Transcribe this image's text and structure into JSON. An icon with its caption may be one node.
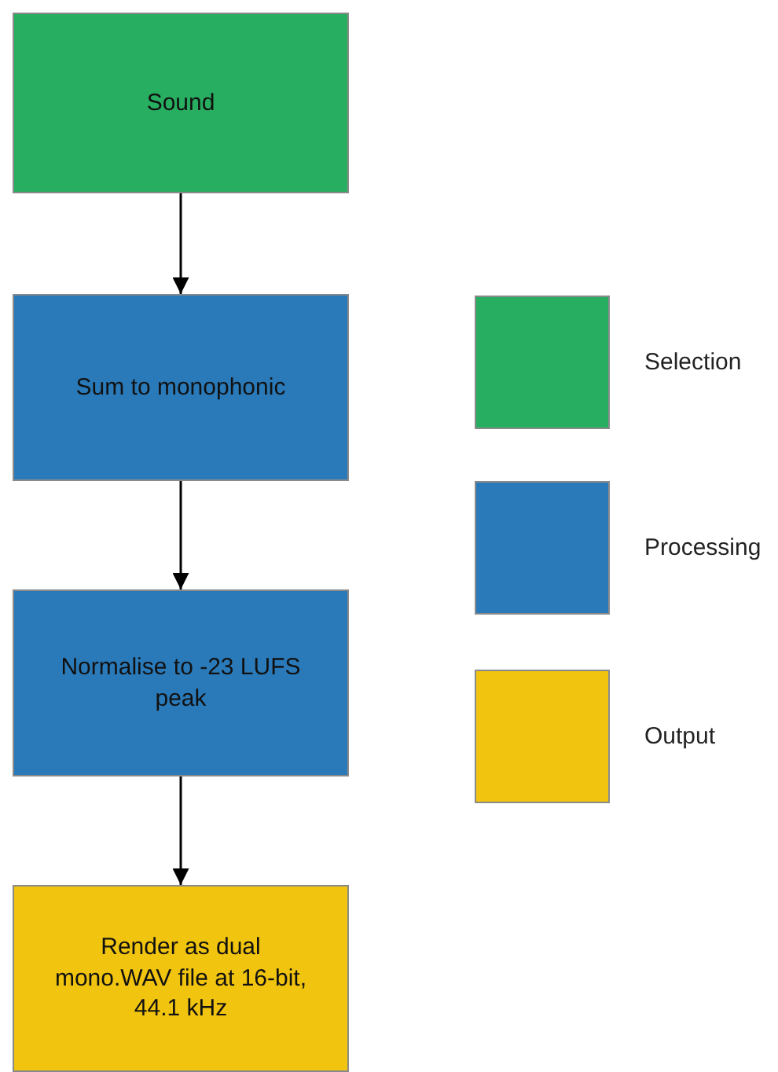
{
  "diagram": {
    "nodes": [
      {
        "text": [
          "Sound"
        ]
      },
      {
        "text": [
          "Sum to monophonic"
        ]
      },
      {
        "text": [
          "Normalise to -23 LUFS peak"
        ]
      },
      {
        "text": [
          "Render as dual mono.WAV file at 16-bit, 44.1 kHz"
        ]
      }
    ],
    "edges": [
      {
        "from": 0,
        "to": 1,
        "arrow": "to"
      },
      {
        "from": 1,
        "to": 2,
        "arrow": "to"
      },
      {
        "from": 2,
        "to": 3,
        "arrow": "to"
      }
    ],
    "legend": [
      {
        "text": "Selection",
        "color": "#27ae60"
      },
      {
        "text": "Processing",
        "color": "#2a7ab9"
      },
      {
        "text": "Output",
        "color": "#f1c40f"
      }
    ]
  }
}
